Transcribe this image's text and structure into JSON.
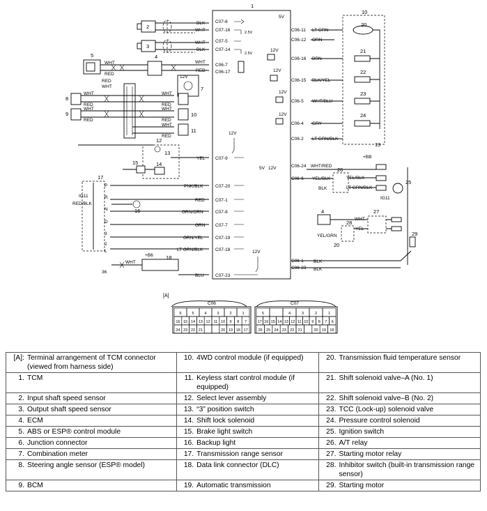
{
  "diagram": {
    "ref_numbers": [
      "1",
      "2",
      "3",
      "4",
      "5",
      "6",
      "7",
      "8",
      "9",
      "10",
      "11",
      "12",
      "13",
      "14",
      "15",
      "16",
      "17",
      "18",
      "19",
      "20",
      "21",
      "22",
      "23",
      "24",
      "25",
      "26",
      "27",
      "28",
      "29"
    ],
    "wire_labels": {
      "blk": "BLK",
      "wht": "WHT",
      "red": "RED",
      "yel": "YEL",
      "grn": "GRN",
      "blu": "BLU",
      "pnk_blk": "PNK/BLK",
      "grn_orn": "GRN/ORN",
      "grn_yel": "GRN/YEL",
      "lt_grn_blk": "LT GRN/BLK",
      "lt_grn": "LT GRN",
      "orn": "ORN",
      "brn": "BRN",
      "blk_yel": "BLK/YEL",
      "wht_blu": "WHT/BLU",
      "gry": "GRY",
      "wht_red": "WHT/RED",
      "yel_blk": "YEL/BLK",
      "red_blk": "RED/BLK",
      "yel_grn": "YEL/GRN"
    },
    "terminals_left": [
      "C07-6",
      "C07-16",
      "C07-5",
      "C07-14",
      "C06-7",
      "C06-17",
      "C07-9",
      "C07-20",
      "C07-1",
      "C07-8",
      "C07-7",
      "C07-19",
      "C07-18",
      "C07-23"
    ],
    "terminals_right": [
      "C06-11",
      "C06-12",
      "C06-16",
      "C06-15",
      "C06-5",
      "C06-4",
      "C06-2",
      "C06-24",
      "C06-6",
      "C06-1",
      "C06-23"
    ],
    "voltages": {
      "five": "5V",
      "twelve": "12V",
      "two_five": "2.5V",
      "plus_bb": "+BB",
      "plus_b6": "+B6"
    },
    "range_positions": [
      "P",
      "R",
      "N",
      "D",
      "3",
      "2",
      "L"
    ],
    "misc": {
      "ig11": "IG11",
      "wht_wire": "WHT",
      "bottom_36": "36"
    },
    "connector": {
      "tag": "[A]",
      "c06_title": "C06",
      "c07_title": "C07",
      "c06_rows": [
        [
          "6",
          "5",
          "4",
          "3",
          "2",
          "1"
        ],
        [
          "16",
          "15",
          "14",
          "13",
          "12",
          "11",
          "10",
          "9",
          "8",
          "7"
        ],
        [
          "24",
          "23",
          "22",
          "21",
          "",
          "",
          "20",
          "19",
          "18",
          "17"
        ]
      ],
      "c07_rows": [
        [
          "5",
          "",
          "4",
          "3",
          "2",
          "1"
        ],
        [
          "17",
          "16",
          "15",
          "14",
          "13",
          "12",
          "11",
          "10",
          "9",
          "8",
          "7",
          "6"
        ],
        [
          "26",
          "25",
          "24",
          "23",
          "22",
          "21",
          "",
          "20",
          "19",
          "18"
        ]
      ]
    }
  },
  "legend": [
    {
      "n1": "[A]:",
      "t1": "Terminal arrangement of TCM connector (viewed from harness side)",
      "n2": "10.",
      "t2": "4WD control module (if equipped)",
      "n3": "20.",
      "t3": "Transmission fluid temperature sensor"
    },
    {
      "n1": "1.",
      "t1": "TCM",
      "n2": "11.",
      "t2": "Keyless start control module (if equipped)",
      "n3": "21.",
      "t3": "Shift solenoid valve–A (No. 1)"
    },
    {
      "n1": "2.",
      "t1": "Input shaft speed sensor",
      "n2": "12.",
      "t2": "Select lever assembly",
      "n3": "22.",
      "t3": "Shift solenoid valve–B (No. 2)"
    },
    {
      "n1": "3.",
      "t1": "Output shaft speed sensor",
      "n2": "13.",
      "t2": "“3” position switch",
      "n3": "23.",
      "t3": "TCC (Lock-up) solenoid valve"
    },
    {
      "n1": "4.",
      "t1": "ECM",
      "n2": "14.",
      "t2": "Shift lock solenoid",
      "n3": "24.",
      "t3": "Pressure control solenoid"
    },
    {
      "n1": "5.",
      "t1": "ABS or ESP® control module",
      "n2": "15.",
      "t2": "Brake light switch",
      "n3": "25.",
      "t3": "Ignition switch"
    },
    {
      "n1": "6.",
      "t1": "Junction connector",
      "n2": "16.",
      "t2": "Backup light",
      "n3": "26.",
      "t3": "A/T relay"
    },
    {
      "n1": "7.",
      "t1": "Combination meter",
      "n2": "17.",
      "t2": "Transmission range sensor",
      "n3": "27.",
      "t3": "Starting motor relay"
    },
    {
      "n1": "8.",
      "t1": "Steering angle sensor (ESP® model)",
      "n2": "18.",
      "t2": "Data link connector (DLC)",
      "n3": "28.",
      "t3": "Inhibitor switch (built-in transmission range sensor)"
    },
    {
      "n1": "9.",
      "t1": "BCM",
      "n2": "19.",
      "t2": "Automatic transmission",
      "n3": "29.",
      "t3": "Starting motor"
    }
  ]
}
